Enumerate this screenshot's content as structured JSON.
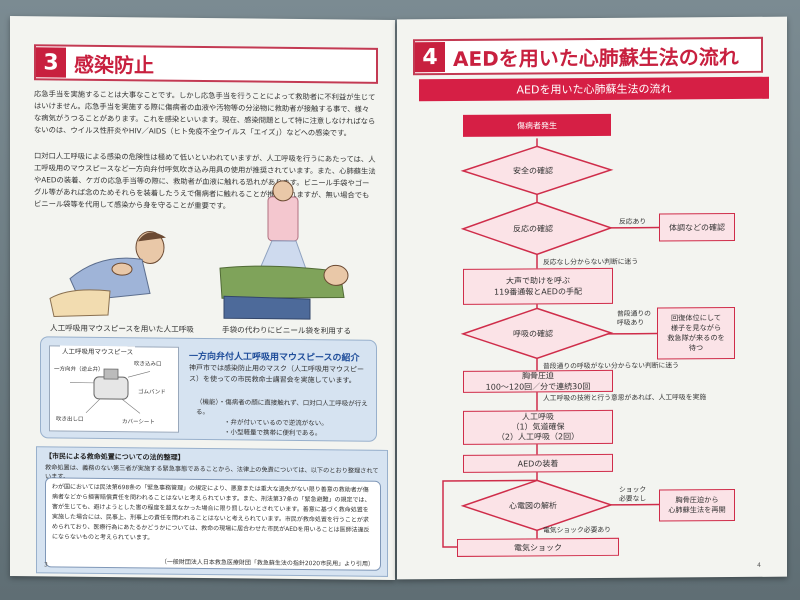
{
  "left_page": {
    "section_number": "3",
    "section_title": "感染防止",
    "paragraph_1": "応急手当を実施することは大事なことです。しかし応急手当を行うことによって救助者に不利益が生じてはいけません。応急手当を実施する際に傷病者の血液や汚物等の分泌物に救助者が接触する事で、様々な病気がうつることがあります。これを感染といいます。現在、感染問題として特に注意しなければならないのは、ウイルス性肝炎やHIV／AIDS（ヒト免疫不全ウイルス「エイズ」）などへの感染です。",
    "paragraph_2": "口対口人工呼吸による感染の危険性は極めて低いといわれていますが、人工呼吸を行うにあたっては、人工呼吸用のマウスピースなど一方向弁付呼気吹き込み用具の使用が推奨されています。また、心肺蘇生法やAEDの装着、ケガの応急手当等の際に、救助者が血液に触れる恐れがあります。ビニール手袋やゴーグル等があれば念のためそれらを装着したうえで傷病者に触れることが推奨されますが、無い場合でもビニール袋等を代用して感染から身を守ることが重要です。",
    "caption_left": "人工呼吸用マウスピースを用いた人工呼吸",
    "caption_right": "手袋の代わりにビニール袋を利用する",
    "mouthpiece_box_title": "人工呼吸用マウスピース",
    "mouthpiece_labels": [
      "一方向弁（逆止弁）",
      "吹き込み口",
      "吹き出し口",
      "ゴムバンド",
      "カバーシート"
    ],
    "intro_title": "一方向弁付人工呼吸用マウスピースの紹介",
    "intro_text": "神戸市では感染防止用のマスク（人工呼吸用マウスピース）を使っての市民救命士講習会を実施しています。",
    "features_title": "（機能）・傷病者の顔に直接触れず、口対口人工呼吸が行える。",
    "features": [
      "・弁が付いているので逆流がない。",
      "・小型軽量で携帯に便利である。"
    ],
    "law_title": "【市民による救命処置についての法的整理】",
    "law_intro": "救命処置は、義務のない第三者が実施する緊急事態であることから、法律上の免責については、以下のとおり整理されています。",
    "law_text": "わが国においては民法第698条の「緊急事務管理」の規定により、悪意または重大な過失がない限り善意の救助者が傷病者などから損害賠償責任を問われることはないと考えられています。また、刑法第37条の「緊急避難」の規定では、害が生じても、避けようとした害の程度を超えなかった場合に限り罰しないとされています。善意に基づく救命処置を実施した場合には、民事上、刑事上の責任を問われることはないと考えられています。市民が救命処置を行うことが求められており、医療行為にあたるかどうかについては、救命の現場に居合わせた市民がAEDを用いることは医師法違反にならないものと考えられています。",
    "source": "（一般財団法人日本救急医療財団「救急蘇生法の指針2020市民用」より引用）",
    "page_number": "3"
  },
  "right_page": {
    "section_number": "4",
    "section_title": "AEDを用いた心肺蘇生法の流れ",
    "flow_title": "AEDを用いた心肺蘇生法の流れ",
    "steps": {
      "start": "傷病者発生",
      "safety": "安全の確認",
      "response": "反応の確認",
      "call": [
        "大声で助けを呼ぶ",
        "119番通報とAEDの手配"
      ],
      "breathing": "呼吸の確認",
      "compression": [
        "胸骨圧迫",
        "100～120回／分で連続30回"
      ],
      "ventilation": [
        "人工呼吸",
        "（1）気道確保",
        "（2）人工呼吸（2回）"
      ],
      "aed": "AEDの装着",
      "ecg": "心電図の解析",
      "shock": "電気ショック"
    },
    "side_boxes": {
      "condition": "体調などの確認",
      "recovery": [
        "回復体位にして",
        "様子を見ながら",
        "救急隊が来るのを",
        "待つ"
      ],
      "resume": [
        "胸骨圧迫から",
        "心肺蘇生法を再開"
      ]
    },
    "labels": {
      "response_yes": "反応あり",
      "response_no": "反応なし分からない判断に迷う",
      "breathing_normal": [
        "普段通りの",
        "呼吸あり"
      ],
      "breathing_abnormal": "普段通りの呼吸がない分からない判断に迷う",
      "ventilation_note": "人工呼吸の技術と行う意思があれば、人工呼吸を実施",
      "shock_unneeded": [
        "ショック",
        "必要なし"
      ],
      "shock_needed": "電気ショック必要あり"
    },
    "page_number": "4"
  },
  "colors": {
    "accent_red": "#d61f45",
    "pale_pink": "#fbe3e7",
    "info_blue": "#d6e3f1"
  }
}
